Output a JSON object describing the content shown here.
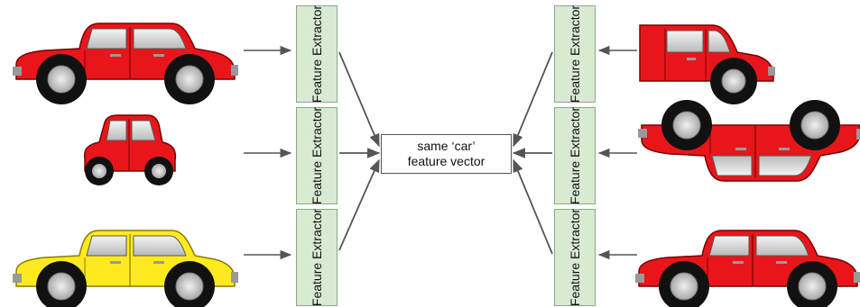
{
  "feature_extractor_label": "Feature Extractor",
  "center": {
    "line1": "same ‘car’",
    "line2": "feature vector"
  },
  "colors": {
    "red_car": "#e8161b",
    "yellow_car": "#ffea1f",
    "box_fill": "#d9ead3",
    "arrow": "#555555"
  }
}
